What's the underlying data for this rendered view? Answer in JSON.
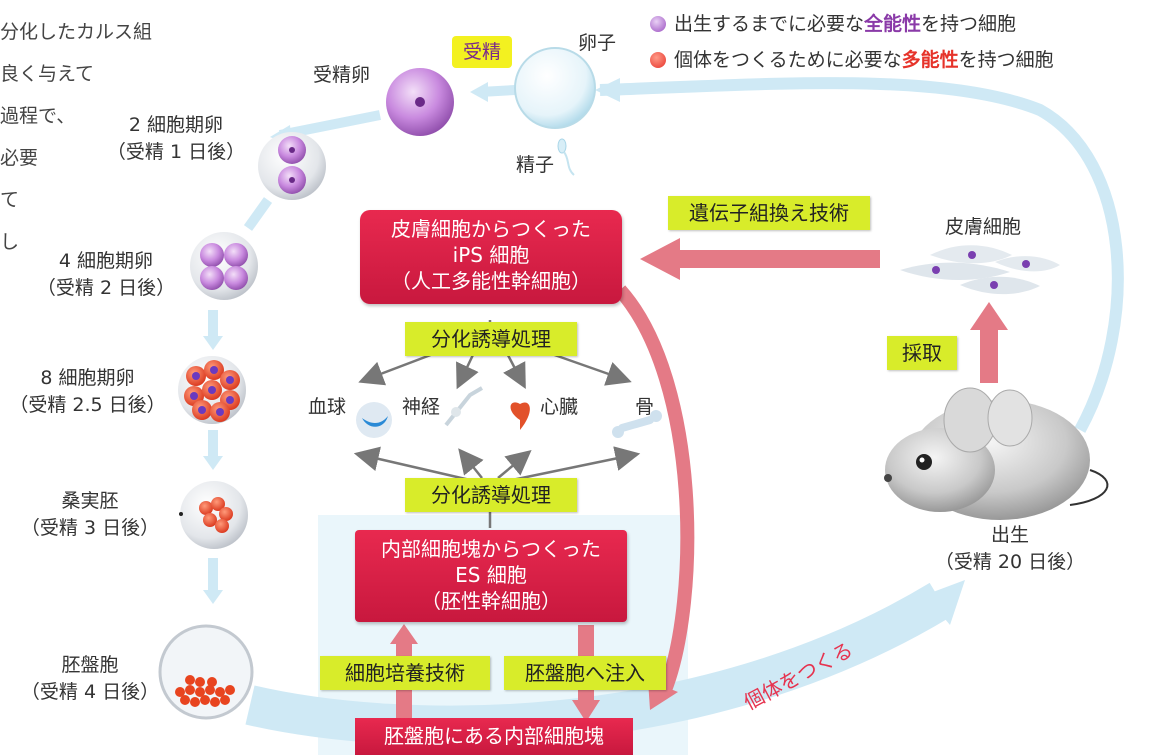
{
  "left_fragments": [
    "分化したカルス組",
    "良く与えて",
    "過程で、",
    "必要",
    "て",
    "し"
  ],
  "legend": {
    "totipotent": {
      "before": "出生するまでに必要な",
      "highlight": "全能性",
      "after": "を持つ細胞"
    },
    "pluripotent": {
      "before": "個体をつくるために必要な",
      "highlight": "多能性",
      "after": "を持つ細胞"
    }
  },
  "stages": {
    "oocyte": "卵子",
    "fertilization": "受精",
    "fertilized_egg": "受精卵",
    "sperm": "精子",
    "two_cell": {
      "name": "2 細胞期卵",
      "day": "（受精 1 日後）"
    },
    "four_cell": {
      "name": "4 細胞期卵",
      "day": "（受精 2 日後）"
    },
    "eight_cell": {
      "name": "8 細胞期卵",
      "day": "（受精 2.5 日後）"
    },
    "morula": {
      "name": "桑実胚",
      "day": "（受精 3 日後）"
    },
    "blastocyst": {
      "name": "胚盤胞",
      "day": "（受精 4 日後）"
    }
  },
  "ips_box": [
    "皮膚細胞からつくった",
    "iPS 細胞",
    "（人工多能性幹細胞）"
  ],
  "es_box": [
    "内部細胞塊からつくった",
    "ES 細胞",
    "（胚性幹細胞）"
  ],
  "inner_mass": "胚盤胞にある内部細胞塊",
  "labels": {
    "gene_tech": "遺伝子組換え技術",
    "diff_top": "分化誘導処理",
    "diff_bottom": "分化誘導処理",
    "culture": "細胞培養技術",
    "inject": "胚盤胞へ注入",
    "harvest": "採取",
    "skin_cells": "皮膚細胞",
    "make_individual": "個体をつくる"
  },
  "tissues": {
    "blood": "血球",
    "nerve": "神経",
    "heart": "心臓",
    "bone": "骨"
  },
  "birth": {
    "name": "出生",
    "day": "（受精 20 日後）"
  },
  "colors": {
    "purple": "#9a4fc0",
    "red": "#e6332a",
    "pink_arrow": "#e47a86",
    "light_blue": "#bfe2f2",
    "green": "#d8ec2a"
  }
}
